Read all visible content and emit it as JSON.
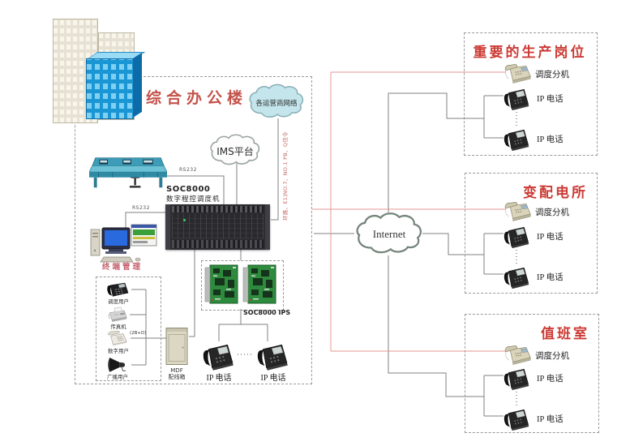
{
  "diagram": {
    "building_label": "综合办公楼",
    "clouds": {
      "operators": "各运营商网络",
      "ims": "IMS平台",
      "internet": "Internet"
    },
    "trunk_label": "环路、E1|NO.7、NO.1 PB、Q信令",
    "console_link": "RS232",
    "pc_link": "RS232",
    "pbx": {
      "model": "SOC8000",
      "name": "数字程控调度机"
    },
    "pc_label": "终端管理",
    "subscribers": [
      {
        "label": "调度用户"
      },
      {
        "label": "传真机"
      },
      {
        "label": "数字用户"
      },
      {
        "label": "广播用户"
      }
    ],
    "line_2bd": "(2B+D)",
    "mdf_label_1": "MDF",
    "mdf_label_2": "配线箱",
    "ips_label": "SOC8000 IPS",
    "ip_phone_left_1": "IP 电话",
    "ip_phone_left_2": "IP 电话",
    "sites": [
      {
        "title": "重要的生产岗位",
        "ext": "调度分机",
        "ip1": "IP 电话",
        "ip2": "IP 电话"
      },
      {
        "title": "变配电所",
        "ext": "调度分机",
        "ip1": "IP 电话",
        "ip2": "IP 电话"
      },
      {
        "title": "值班室",
        "ext": "调度分机",
        "ip1": "IP 电话",
        "ip2": "IP 电话"
      }
    ],
    "colors": {
      "title_red": "#cc3b35",
      "building_label_red": "#c4524a",
      "line_red": "#e59793",
      "line_gray": "#808080",
      "terminal_pink": "#c75f6d",
      "cloud_blue": "#c3e5eb",
      "building_blue": "#1b96d4"
    }
  }
}
